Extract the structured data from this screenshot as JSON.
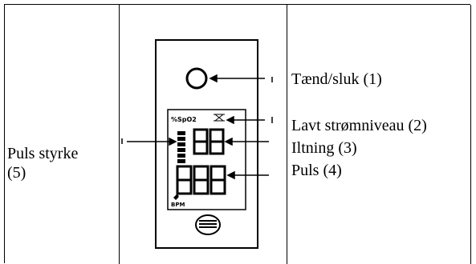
{
  "left_label": {
    "line1": "Puls styrke",
    "line2": "(5)"
  },
  "right_labels": {
    "power": "Tænd/sluk (1)",
    "low_battery": "Lavt strømniveau (2)",
    "oxygen": "Iltning (3)",
    "pulse": "Puls (4)"
  },
  "device_display": {
    "spo2_label": "%SpO2",
    "bpm_label": "BPM",
    "segments_top": "88",
    "segments_bottom": "888"
  }
}
